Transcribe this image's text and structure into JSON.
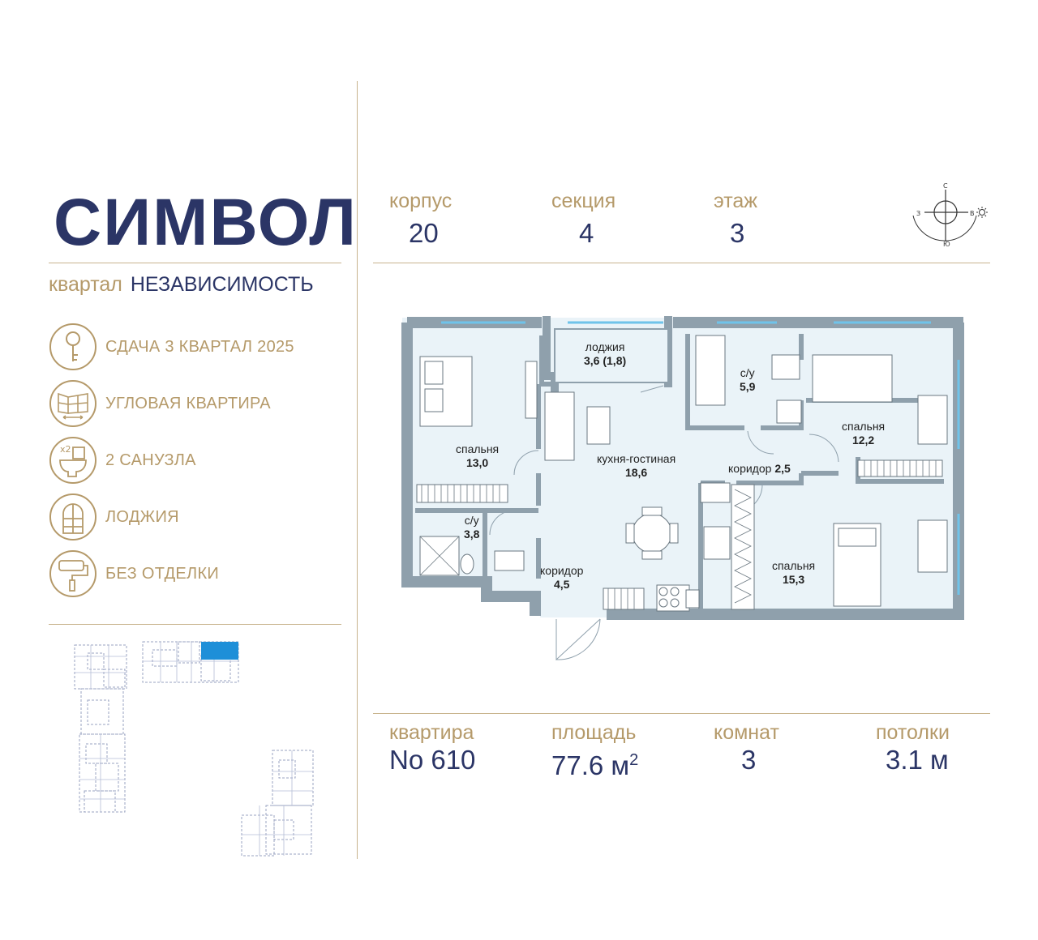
{
  "brand": {
    "logo": "СИМВОЛ",
    "quarter_label": "квартал",
    "quarter_name": "НЕЗАВИСИМОСТЬ"
  },
  "features": [
    {
      "icon": "key-icon",
      "label": "СДАЧА 3 КВАРТАЛ 2025"
    },
    {
      "icon": "corner-window-icon",
      "label": "УГЛОВАЯ КВАРТИРА"
    },
    {
      "icon": "toilet-icon",
      "label": "2 САНУЗЛА",
      "badge": "x2"
    },
    {
      "icon": "arched-window-icon",
      "label": "ЛОДЖИЯ"
    },
    {
      "icon": "paint-roller-icon",
      "label": "БЕЗ ОТДЕЛКИ"
    }
  ],
  "location": {
    "building_label": "корпус",
    "building_value": "20",
    "section_label": "секция",
    "section_value": "4",
    "floor_label": "этаж",
    "floor_value": "3"
  },
  "compass": {
    "north": "С",
    "south": "Ю",
    "west": "З",
    "east": "В"
  },
  "rooms": [
    {
      "name": "лоджия",
      "area": "3,6 (1,8)"
    },
    {
      "name": "с/у",
      "area": "5,9"
    },
    {
      "name": "спальня",
      "area": "12,2"
    },
    {
      "name": "спальня",
      "area": "13,0"
    },
    {
      "name": "кухня-гостиная",
      "area": "18,6"
    },
    {
      "name": "коридор",
      "area": "2,5"
    },
    {
      "name": "с/у",
      "area": "3,8"
    },
    {
      "name": "коридор",
      "area": "4,5"
    },
    {
      "name": "спальня",
      "area": "15,3"
    }
  ],
  "apartment": {
    "number_label": "квартира",
    "number_value": "No 610",
    "area_label": "площадь",
    "area_value": "77.6 м",
    "area_sup": "2",
    "rooms_label": "комнат",
    "rooms_value": "3",
    "ceiling_label": "потолки",
    "ceiling_value": "3.1 м"
  },
  "colors": {
    "navy": "#2b3566",
    "gold": "#b59a6a",
    "floor": "#eaf3f8",
    "wall": "#8fa0ac",
    "highlight": "#1e8fd8"
  }
}
